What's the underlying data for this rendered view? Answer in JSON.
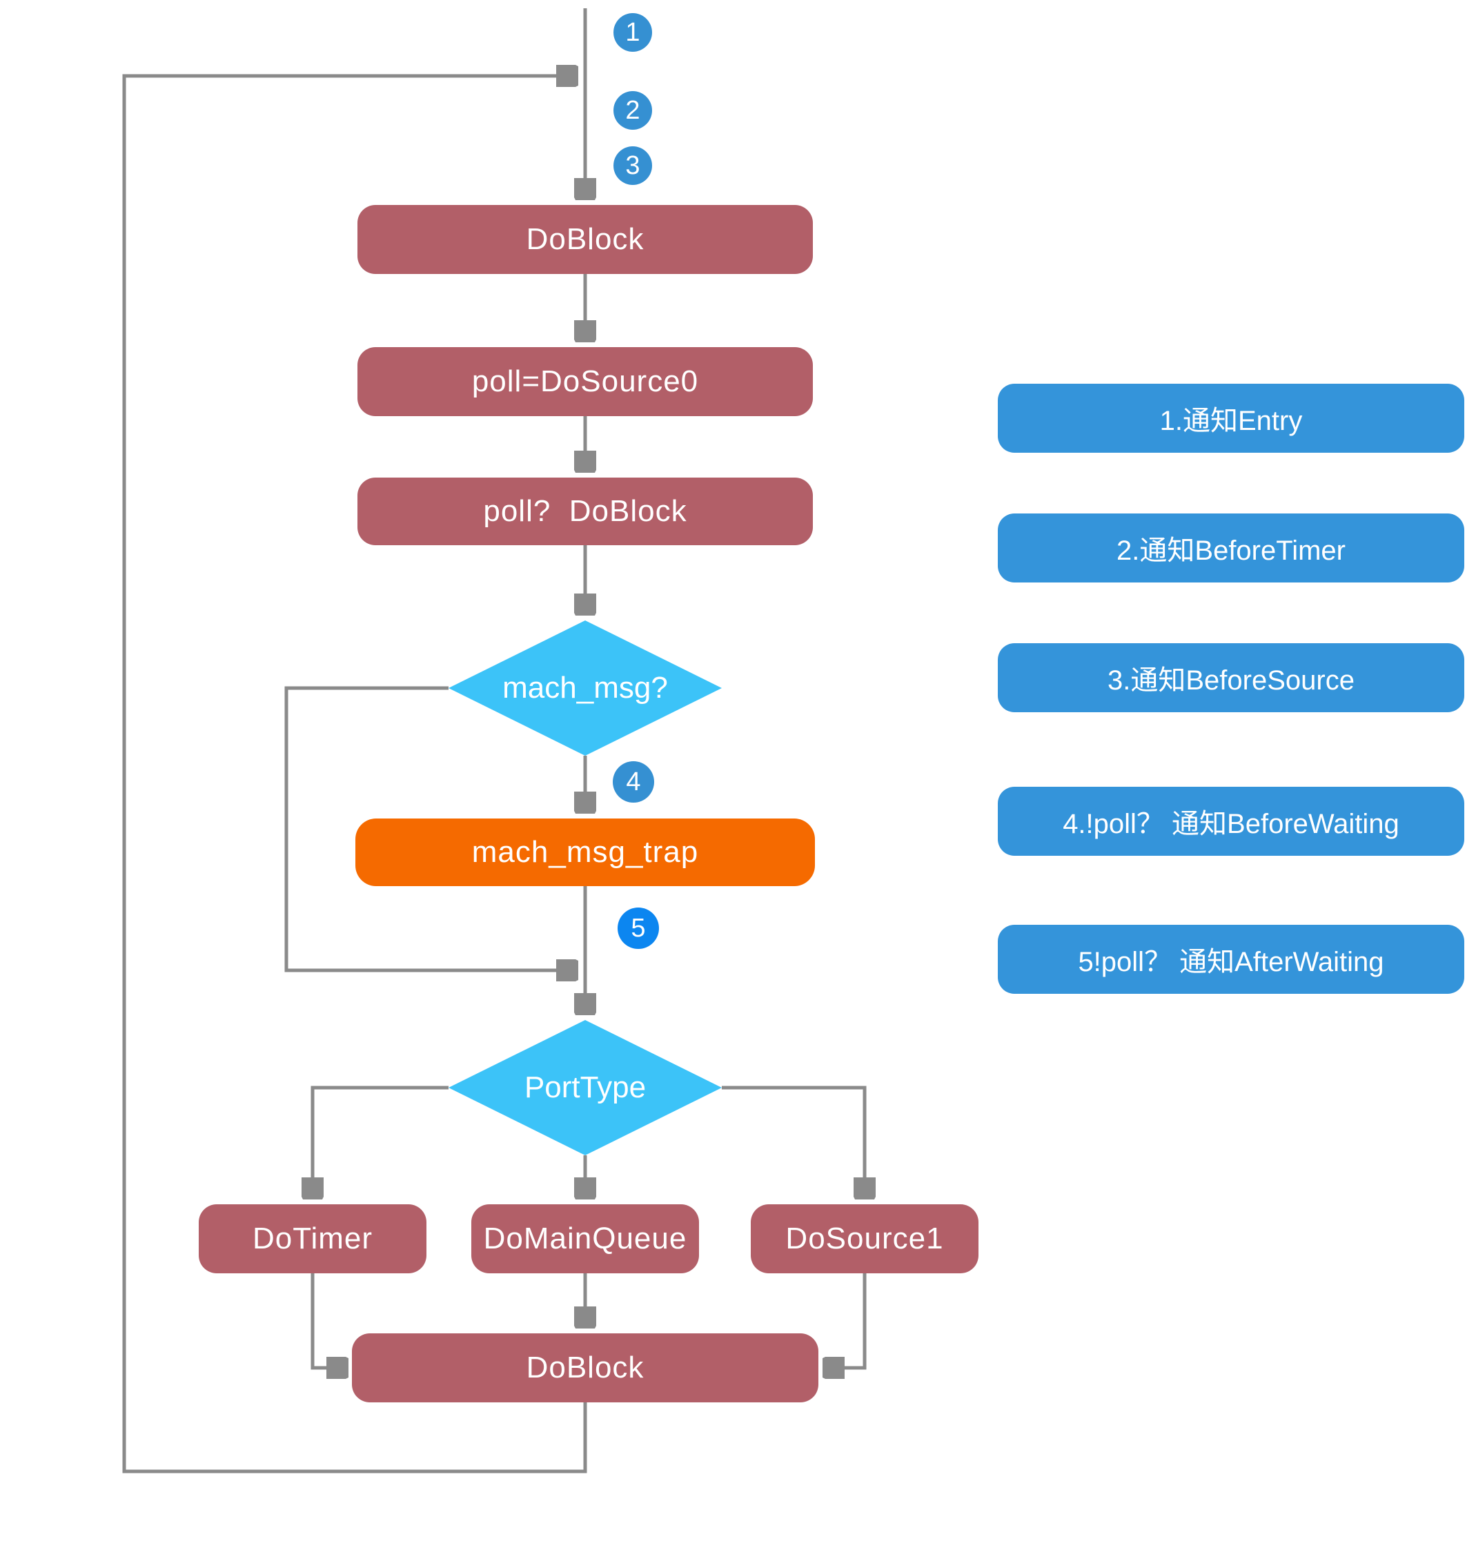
{
  "canvas": {
    "width": "2139",
    "height": "2272"
  },
  "colors": {
    "process_node": "#B25F68",
    "trap_node": "#F56A00",
    "decision_diamond": "#3CC3F8",
    "legend_blue": "#3494DA",
    "marker_blue": "#3590D2",
    "marker_bright_blue": "#0C86F0",
    "connector_gray": "#8A8A8A",
    "text": "#FFFFFF",
    "background": "#FFFFFF"
  },
  "nodes": {
    "doblock_top": {
      "label": "DoBlock"
    },
    "poll_dosource0": {
      "label": "poll=DoSource0"
    },
    "poll_doblock": {
      "label": "poll?  DoBlock"
    },
    "mach_msg": {
      "label": "mach_msg?"
    },
    "mach_msg_trap": {
      "label": "mach_msg_trap"
    },
    "porttype": {
      "label": "PortType"
    },
    "dotimer": {
      "label": "DoTimer"
    },
    "domainqueue": {
      "label": "DoMainQueue"
    },
    "dosource1": {
      "label": "DoSource1"
    },
    "doblock_bottom": {
      "label": "DoBlock"
    }
  },
  "step_markers": {
    "m1": "1",
    "m2": "2",
    "m3": "3",
    "m4": "4",
    "m5": "5"
  },
  "legend": {
    "item1": "1.通知Entry",
    "item2": "2.通知BeforeTimer",
    "item3": "3.通知BeforeSource",
    "item4": "4.!poll？ 通知BeforeWaiting",
    "item5": "5!poll？ 通知AfterWaiting"
  }
}
